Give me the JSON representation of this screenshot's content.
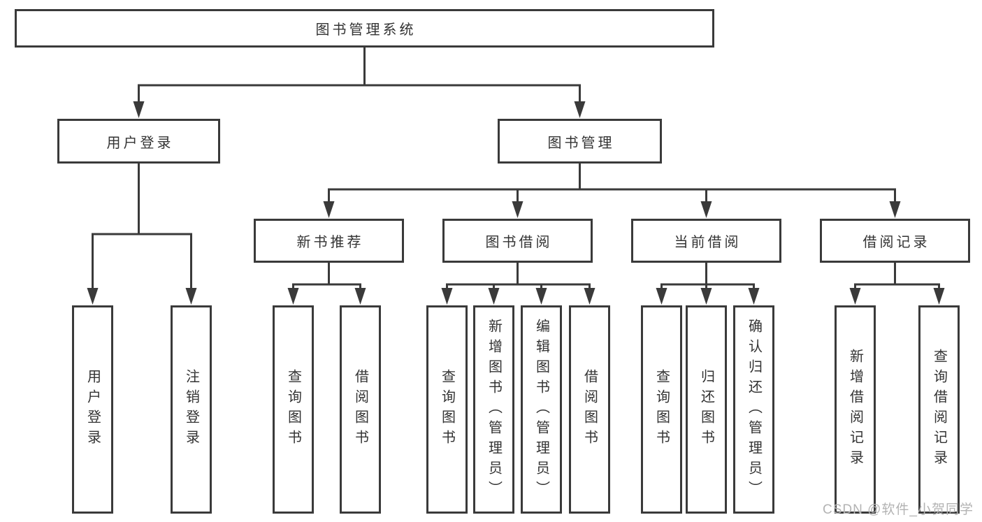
{
  "diagram": {
    "kind": "hierarchy-tree",
    "title": "图书管理系统",
    "colors": {
      "line": "#3a3a3a",
      "box_border": "#3a3a3a",
      "box_fill": "#ffffff",
      "text": "#333333",
      "background": "#ffffff",
      "watermark": "#b3b3b3"
    },
    "watermark": {
      "text": "CSDN @软件_小贺同学"
    },
    "tree": {
      "label": "图书管理系统",
      "children": [
        {
          "label": "用户登录",
          "children": [
            {
              "label": "用户登录"
            },
            {
              "label": "注销登录"
            }
          ]
        },
        {
          "label": "图书管理",
          "children": [
            {
              "label": "新书推荐",
              "children": [
                {
                  "label": "查询图书"
                },
                {
                  "label": "借阅图书"
                }
              ]
            },
            {
              "label": "图书借阅",
              "children": [
                {
                  "label": "查询图书"
                },
                {
                  "label": "新增图书（管理员）"
                },
                {
                  "label": "编辑图书（管理员）"
                },
                {
                  "label": "借阅图书"
                }
              ]
            },
            {
              "label": "当前借阅",
              "children": [
                {
                  "label": "查询图书"
                },
                {
                  "label": "归还图书"
                },
                {
                  "label": "确认归还（管理员）"
                }
              ]
            },
            {
              "label": "借阅记录",
              "children": [
                {
                  "label": "新增借阅记录"
                },
                {
                  "label": "查询借阅记录"
                }
              ]
            }
          ]
        }
      ]
    }
  }
}
